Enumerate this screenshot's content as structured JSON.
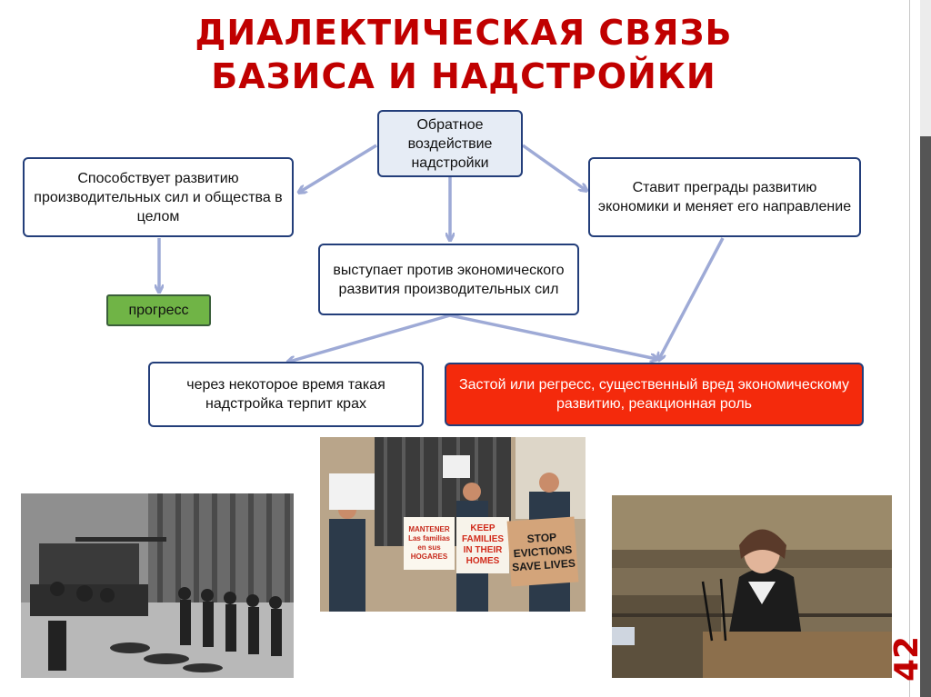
{
  "title": {
    "line1": "ДИАЛЕКТИЧЕСКАЯ СВЯЗЬ",
    "line2": "БАЗИСА И НАДСТРОЙКИ"
  },
  "diagram": {
    "top": "Обратное воздействие надстройки",
    "left": "Способствует развитию производительных сил и общества в целом",
    "right": "Ставит преграды развитию экономики и меняет его направление",
    "middle": "выступает против экономического развития производительных сил",
    "progress": "прогресс",
    "collapse": "через некоторое время такая надстройка терпит крах",
    "stagnation": "Застой или регресс, существенный вред экономическому развитию, реакционная роль"
  },
  "photos": {
    "protest_signs": {
      "sign1": "KEEP FAMILIES IN THEIR HOMES",
      "sign2": "STOP EVICTIONS SAVE LIVES",
      "sign3": "MANTENER Las familias en sus HOGARES"
    }
  },
  "page_number": "42",
  "colors": {
    "title": "#c00000",
    "border": "#233e7a",
    "arrow": "#9eaad6",
    "green": "#70b446",
    "red": "#f42a0c"
  }
}
